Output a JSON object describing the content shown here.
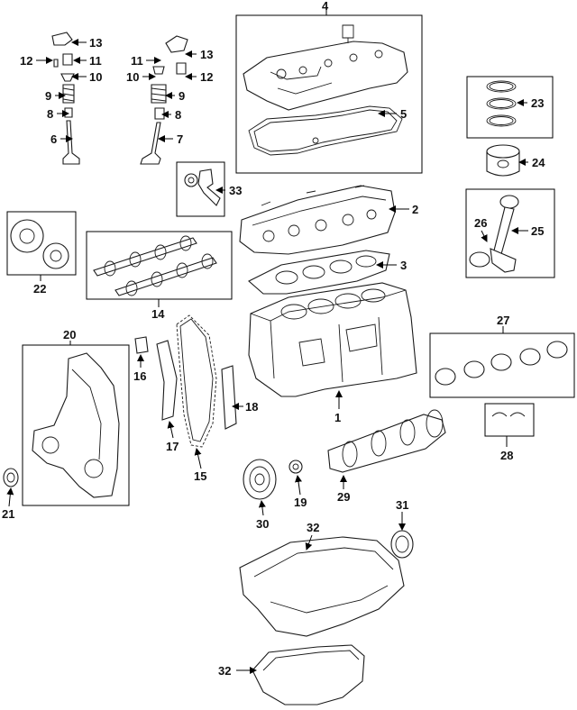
{
  "diagram": {
    "callouts": {
      "c1": "1",
      "c2": "2",
      "c3": "3",
      "c4": "4",
      "c5": "5",
      "c6l": "6",
      "c7r": "7",
      "c8l": "8",
      "c8r": "8",
      "c9l": "9",
      "c9r": "9",
      "c10l": "10",
      "c10r": "10",
      "c11l": "11",
      "c11r": "11",
      "c12l": "12",
      "c12r": "12",
      "c13l": "13",
      "c13r": "13",
      "c14": "14",
      "c15": "15",
      "c16": "16",
      "c17": "17",
      "c18": "18",
      "c19": "19",
      "c20": "20",
      "c21": "21",
      "c22": "22",
      "c23": "23",
      "c24": "24",
      "c25": "25",
      "c26": "26",
      "c27": "27",
      "c28": "28",
      "c29": "29",
      "c30": "30",
      "c31": "31",
      "c32a": "32",
      "c32b": "32",
      "c33": "33"
    }
  }
}
